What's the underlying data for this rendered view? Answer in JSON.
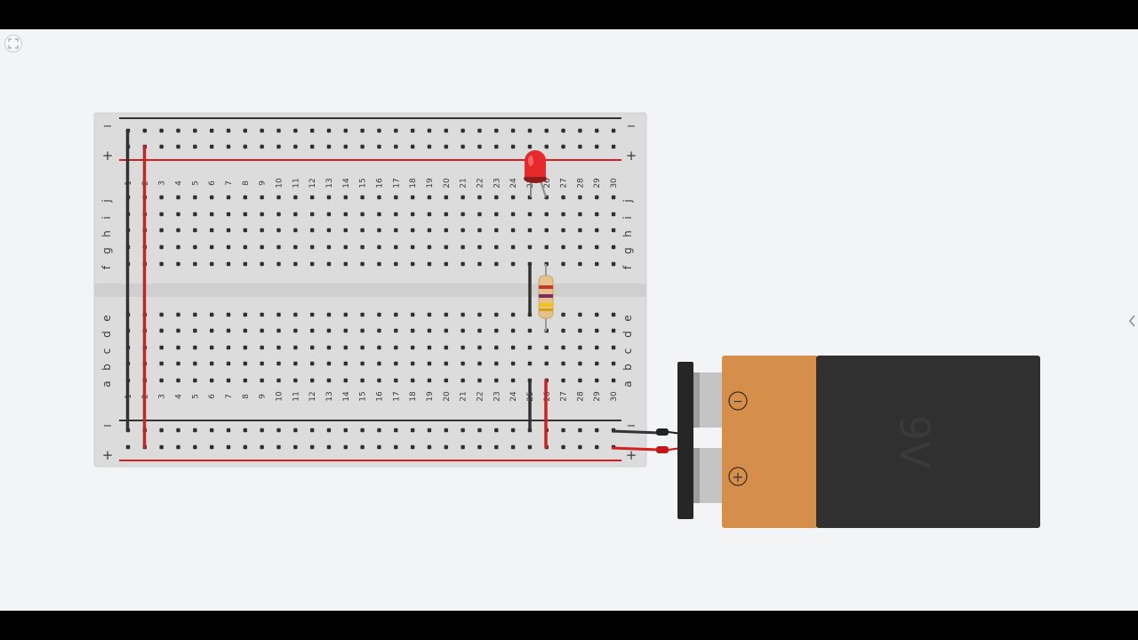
{
  "toolbar": {
    "fit_view_icon": "fit-view-icon",
    "side_panel_toggle_icon": "chevron-left-icon"
  },
  "breadboard": {
    "columns": 30,
    "rows_top": [
      "j",
      "i",
      "h",
      "g",
      "f"
    ],
    "rows_bottom": [
      "e",
      "d",
      "c",
      "b",
      "a"
    ],
    "rail_minus_label": "−",
    "rail_plus_label": "+",
    "column_numbers": [
      "1",
      "2",
      "3",
      "4",
      "5",
      "6",
      "7",
      "8",
      "9",
      "10",
      "11",
      "12",
      "13",
      "14",
      "15",
      "16",
      "17",
      "18",
      "19",
      "20",
      "21",
      "22",
      "23",
      "24",
      "25",
      "26",
      "27",
      "28",
      "29",
      "30"
    ]
  },
  "components": {
    "led": {
      "color": "red",
      "hex": "#e8292b"
    },
    "resistor": {
      "bands": [
        "#c0392b",
        "#7b2a6b",
        "#f1c40f"
      ],
      "body_hex": "#e6c289"
    },
    "battery": {
      "label": "9V",
      "minus_symbol": "−",
      "plus_symbol": "+",
      "top_color": "#d58f4a",
      "body_color": "#303030"
    }
  },
  "wires": {
    "negative_hex": "#333333",
    "positive_hex": "#d21f1f"
  }
}
